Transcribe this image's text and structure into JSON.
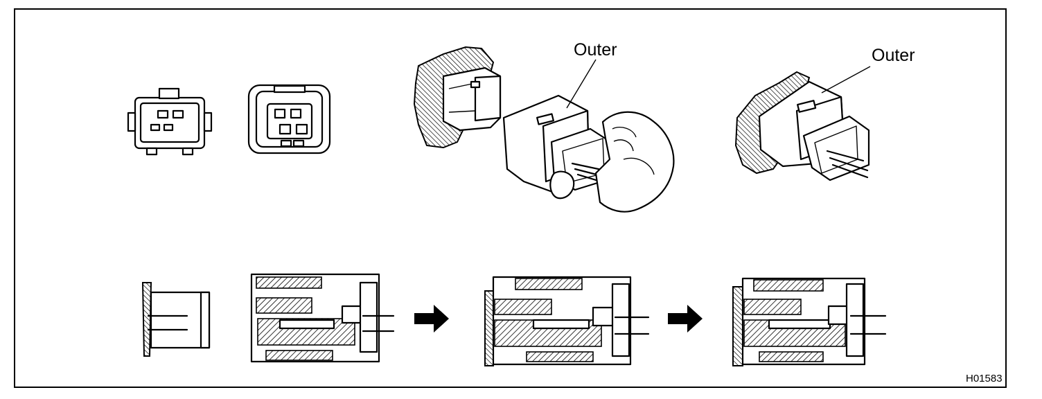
{
  "labels": {
    "outer_1": "Outer",
    "outer_2": "Outer",
    "figure_code": "H01583"
  },
  "icons": {
    "arrow_1": "right-arrow-icon",
    "arrow_2": "right-arrow-icon"
  }
}
